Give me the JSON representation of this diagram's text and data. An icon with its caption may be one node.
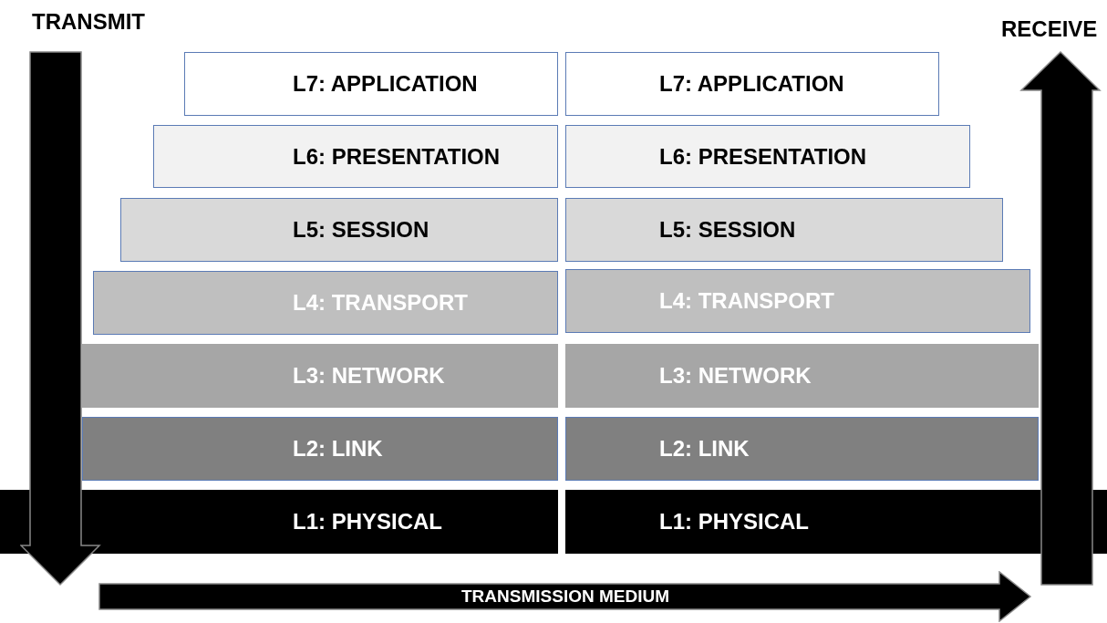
{
  "diagram": {
    "nodes": [
      {
        "text": [
          "L7: APPLICATION"
        ]
      },
      {
        "text": [
          "L6: PRESENTATION"
        ]
      },
      {
        "text": [
          "L5: SESSION"
        ]
      },
      {
        "text": [
          "L4: TRANSPORT"
        ]
      },
      {
        "text": [
          "L3: NETWORK"
        ]
      },
      {
        "text": [
          "L2: LINK"
        ]
      },
      {
        "text": [
          "L1: PHYSICAL"
        ]
      },
      {
        "text": [
          "L7: APPLICATION"
        ]
      },
      {
        "text": [
          "L6: PRESENTATION"
        ]
      },
      {
        "text": [
          "L5: SESSION"
        ]
      },
      {
        "text": [
          "L4: TRANSPORT"
        ]
      },
      {
        "text": [
          "L3: NETWORK"
        ]
      },
      {
        "text": [
          "L2: LINK"
        ]
      },
      {
        "text": [
          "L1: PHYSICAL"
        ]
      },
      {
        "text": [
          "TRANSMISSION MEDIUM"
        ]
      }
    ],
    "edges": [],
    "labels": [
      "TRANSMIT",
      "RECEIVE"
    ]
  }
}
